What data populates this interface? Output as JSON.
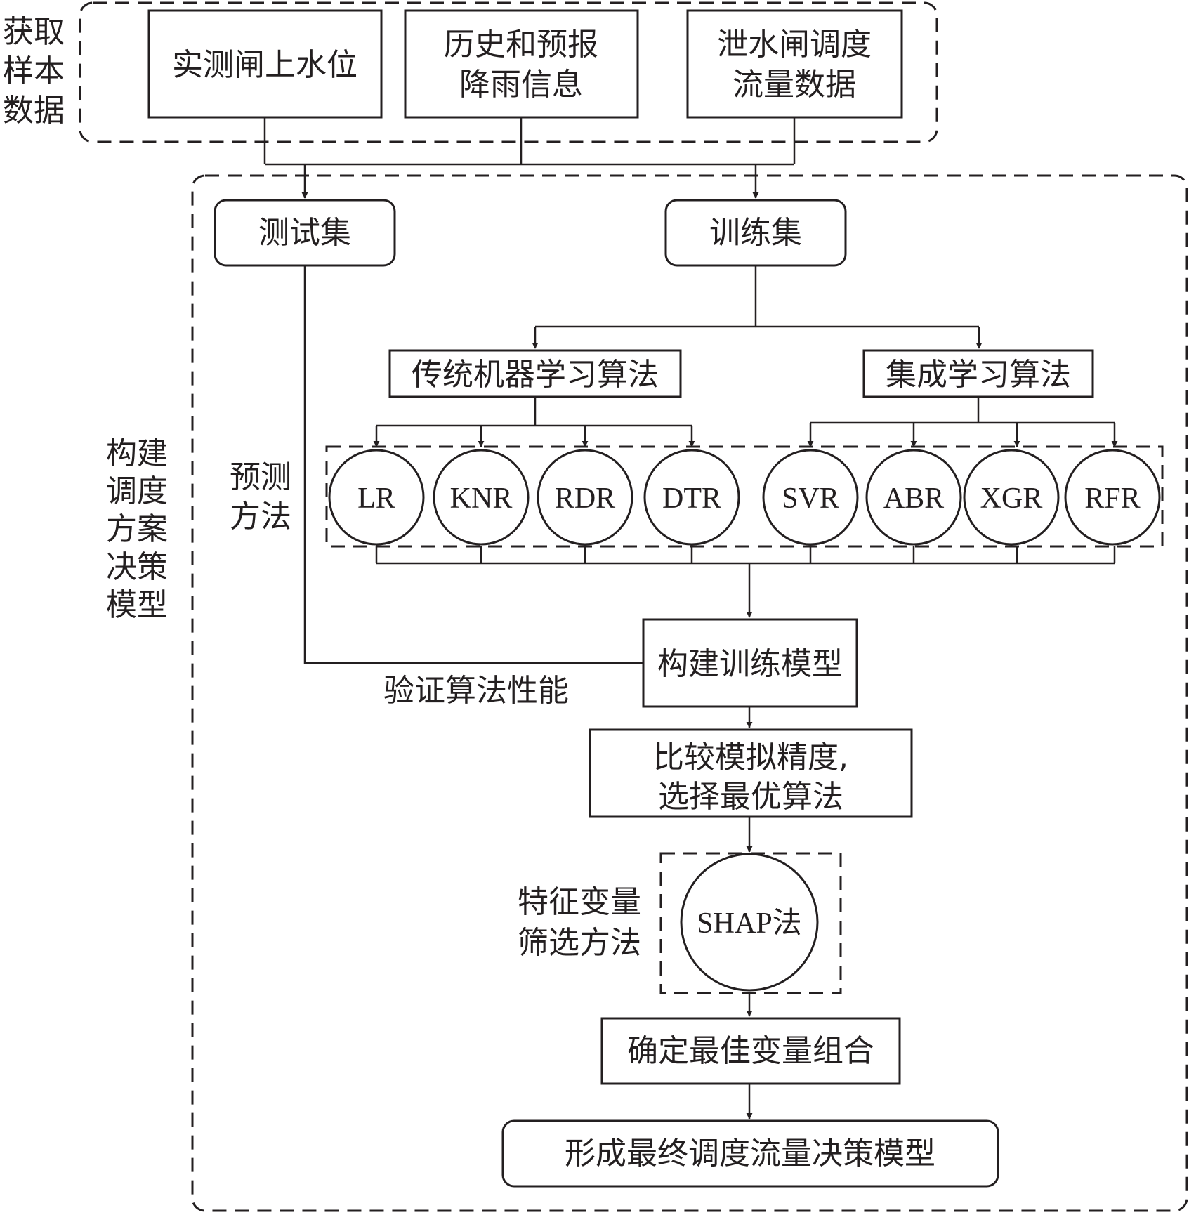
{
  "groups": {
    "sample_data": [
      "获取",
      "样本",
      "数据"
    ],
    "model_build": [
      "构建",
      "调度",
      "方案",
      "决策",
      "模型"
    ]
  },
  "inputs": {
    "water_level": "实测闸上水位",
    "rainfall": [
      "历史和预报",
      "降雨信息"
    ],
    "discharge": [
      "泄水闸调度",
      "流量数据"
    ]
  },
  "sets": {
    "test": "测试集",
    "train": "训练集"
  },
  "algorithm_families": {
    "traditional": "传统机器学习算法",
    "ensemble": "集成学习算法"
  },
  "prediction_label": [
    "预测",
    "方法"
  ],
  "algorithms": [
    "LR",
    "KNR",
    "RDR",
    "DTR",
    "SVR",
    "ABR",
    "XGR",
    "RFR"
  ],
  "steps": {
    "build_model": "构建训练模型",
    "validate": "验证算法性能",
    "compare": [
      "比较模拟精度,",
      "选择最优算法"
    ],
    "shap": "SHAP法",
    "feature_label": [
      "特征变量",
      "筛选方法"
    ],
    "best_combo": "确定最佳变量组合",
    "final": "形成最终调度流量决策模型"
  },
  "colors": {
    "ink": "#231f20",
    "background": "#ffffff"
  }
}
